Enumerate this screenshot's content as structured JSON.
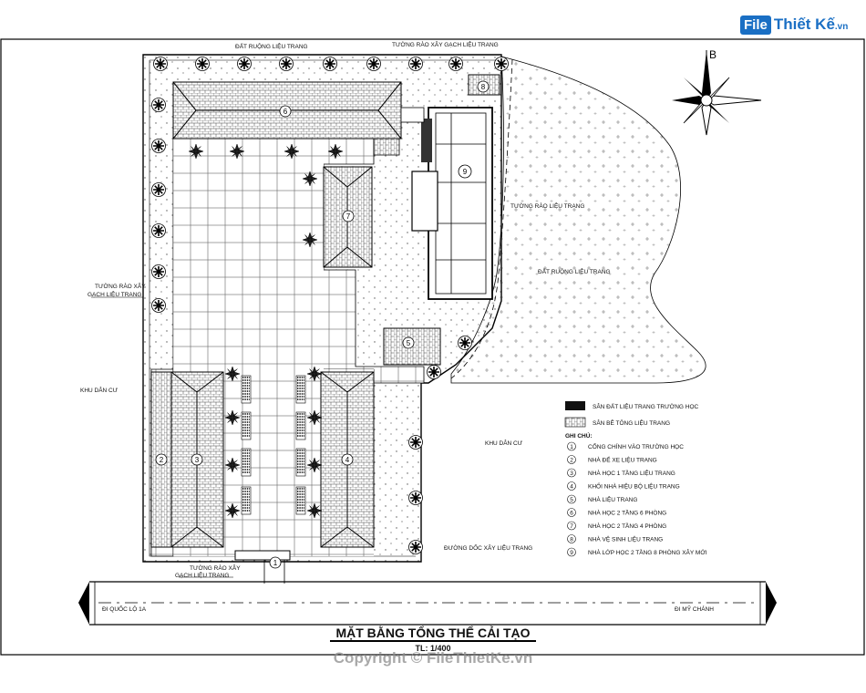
{
  "brand": {
    "logo_box": "File",
    "logo_text": "Thiết Kế",
    "logo_suffix": ".vn"
  },
  "north_label": "B",
  "labels": {
    "top_wall_left": "ĐẤT RUỘNG LIỆU TRANG",
    "top_wall_right": "TƯỜNG RÀO XÂY GẠCH LIỆU TRANG",
    "left_wall_1": "TƯỜNG RÀO XÂY",
    "left_wall_2": "GẠCH LIỆU TRANG",
    "left_outside": "KHU DÂN CƯ",
    "right_mid_1": "TƯỜNG RÀO LIỆU TRANG",
    "right_mid_2": "ĐẤT RUỘNG LIỆU TRANG",
    "right_lower": "KHU DÂN CƯ",
    "bottom_right": "ĐƯỜNG DỐC XÂY LIỆU TRANG",
    "gate_1": "TƯỜNG RÀO XÂY",
    "gate_2": "GẠCH LIỆU TRANG",
    "road_left": "ĐI QUỐC LỘ 1A",
    "road_right": "ĐI MỸ CHÁNH"
  },
  "markers": [
    "1",
    "2",
    "3",
    "4",
    "5",
    "6",
    "7",
    "8",
    "9"
  ],
  "legend": {
    "line1": "SÂN ĐẤT LIỆU TRANG TRƯỜNG HỌC",
    "line2": "SÂN BÊ TÔNG LIỆU TRANG",
    "notes_title": "GHI CHÚ:",
    "items": [
      {
        "num": "1",
        "text": "CỔNG CHÍNH VÀO TRƯỜNG HỌC"
      },
      {
        "num": "2",
        "text": "NHÀ ĐỂ XE LIỆU TRANG"
      },
      {
        "num": "3",
        "text": "NHÀ HỌC 1 TẦNG LIỆU TRANG"
      },
      {
        "num": "4",
        "text": "KHỐI NHÀ HIỆU BỘ LIỆU TRANG"
      },
      {
        "num": "5",
        "text": "NHÀ LIỆU TRANG"
      },
      {
        "num": "6",
        "text": "NHÀ HỌC 2 TẦNG 6 PHÒNG"
      },
      {
        "num": "7",
        "text": "NHÀ HỌC 2 TẦNG 4 PHÒNG"
      },
      {
        "num": "8",
        "text": "NHÀ VỆ SINH LIỆU TRANG"
      },
      {
        "num": "9",
        "text": "NHÀ LỚP HỌC 2 TẦNG 8 PHÒNG XÂY MỚI"
      }
    ]
  },
  "title": "MẶT BẰNG TỔNG THỂ CẢI TẠO",
  "scale": "TL: 1/400",
  "copyright": "Copyright © FileThietKe.vn"
}
